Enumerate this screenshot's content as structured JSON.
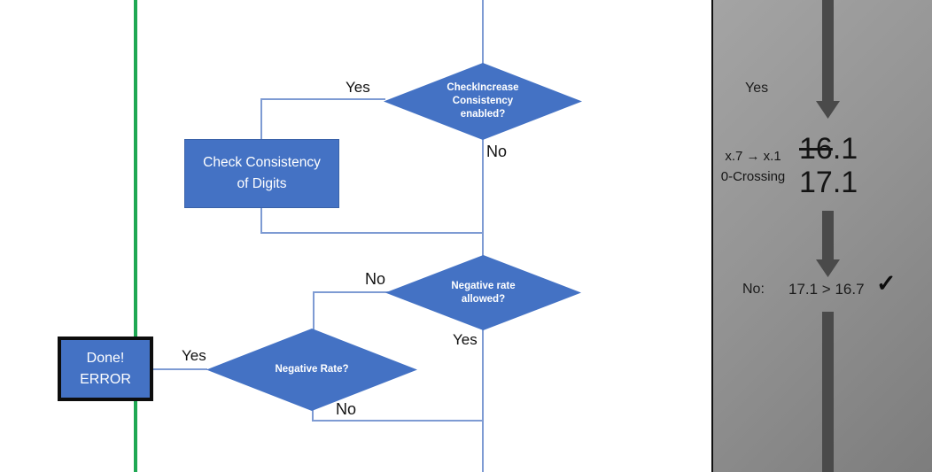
{
  "colors": {
    "shape_blue": "#4472c4",
    "connector_blue": "#7e9bd3",
    "green_line": "#1fa853",
    "arrow_gray": "#4a4a4a",
    "panel_gray_light": "#a4a4a4",
    "panel_gray_dark": "#7d7d7d"
  },
  "flowchart": {
    "decision_check_increase": {
      "line1": "CheckIncrease",
      "line2": "Consistency",
      "line3": "enabled?"
    },
    "process_check_consistency": {
      "line1": "Check Consistency",
      "line2": "of Digits"
    },
    "decision_negative_rate_allowed": {
      "line1": "Negative rate",
      "line2": "allowed?"
    },
    "decision_negative_rate": {
      "label": "Negative Rate?"
    },
    "terminator_done_error": {
      "line1": "Done!",
      "line2": "ERROR"
    },
    "labels": {
      "yes_check_increase": "Yes",
      "no_check_increase": "No",
      "no_negative_rate_allowed": "No",
      "yes_negative_rate_allowed": "Yes",
      "yes_negative_rate": "Yes",
      "no_negative_rate": "No"
    }
  },
  "panel": {
    "yes_label": "Yes",
    "rule_line1": "x.7 → x.1",
    "rule_line2": "0-Crossing",
    "old_value_struck": "16",
    "old_value_rest": ".1",
    "new_value": "17.1",
    "result_label": "No:",
    "comparison": "17.1 > 16.7",
    "checkmark": "✓"
  }
}
